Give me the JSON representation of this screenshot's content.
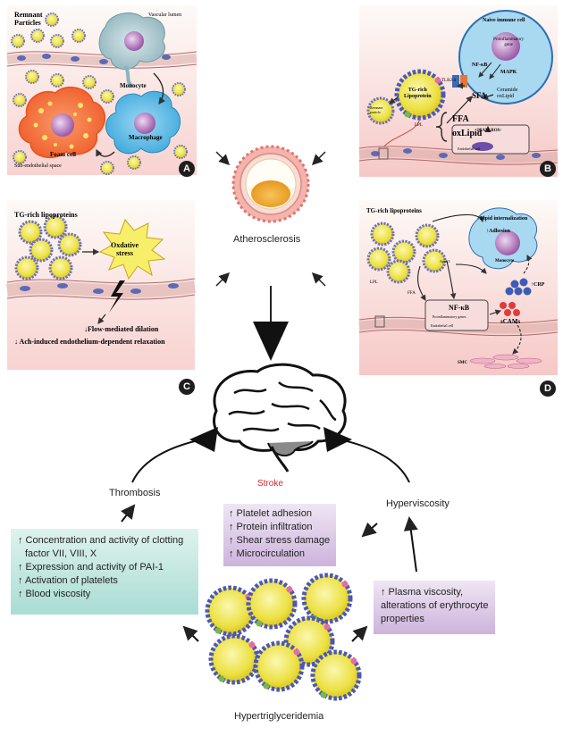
{
  "panel_a": {
    "badge": "A",
    "remnant": [
      "Remnant",
      "Particles"
    ],
    "vascular_lumen": "Vascular lumen",
    "monocyte": "Monocyte",
    "macrophage": "Macrophage",
    "foam_cell": "Foam cell",
    "sub_endothelial": "Sub-endothelial space"
  },
  "panel_b": {
    "badge": "B",
    "naive_immune_cell": "Naive immune cell",
    "proinflammatory_gene": [
      "Proinflammatory",
      "gene"
    ],
    "nfkb": "NF-κB",
    "mapk": "MAPK",
    "tlr2_4": "TLR2/4",
    "sfa": "SFA",
    "ceramide": [
      "Ceramide",
      "oxLipid"
    ],
    "tg_rich": [
      "TG-rich",
      "Lipoprotein"
    ],
    "remnant": [
      "Remnant",
      "particle"
    ],
    "lpl": "LPL",
    "ffa": "FFA",
    "oxlipid": "oxLipid",
    "icam": "ICAM,ROS↑",
    "endothelial_cell": "Endothelial cell"
  },
  "panel_c": {
    "badge": "C",
    "tg_rich": "TG-rich lipoproteins",
    "oxidative": [
      "Oxdative",
      "stress"
    ],
    "flow": "↓Flow-mediated dilation",
    "ach": "↓ Ach-induced endothelium-dependent relaxation"
  },
  "panel_d": {
    "badge": "D",
    "tg_rich": "TG-rich lipoproteins",
    "lipid_internalization": "↑Lipid internalization",
    "adhesion": "↑Adhesion",
    "monocyte": "Monocyte",
    "lpl": "LPL",
    "apoc3": "ApoC3",
    "ffa": "FFA",
    "crp": "↑CRP",
    "nfkb": "NF-κB",
    "proinflammatory": [
      "Proinflammatory",
      "genes"
    ],
    "endothelial": "Endothelial cell",
    "scams": "sCAMs",
    "smc": "SMC"
  },
  "center": {
    "atherosclerosis": "Atherosclerosis",
    "stroke": "Stroke",
    "thrombosis": "Thrombosis",
    "hyperviscosity": "Hyperviscosity",
    "hypertriglyceridemia": "Hypertriglyceridemia"
  },
  "thrombosis_box": {
    "lines": [
      "↑ Concentration and activity of clotting",
      "factor VII, VIII, X",
      "↑ Expression and activity of PAI-1",
      "↑ Activation of platelets",
      "↑ Blood viscosity"
    ]
  },
  "stroke_box": {
    "lines": [
      "↑ Platelet adhesion",
      "↑ Protein infiltration",
      "↑ Shear stress damage",
      "↑ Microcirculation"
    ]
  },
  "viscosity_box": {
    "lines": [
      "↑ Plasma viscosity,",
      "alterations of erythrocyte",
      "properties"
    ]
  },
  "colors": {
    "stroke_red": "#d7262b",
    "thrombosis_box": "#b8e3dc",
    "purple_box": "#d9c6e3",
    "badge": "#1e1e1e"
  }
}
